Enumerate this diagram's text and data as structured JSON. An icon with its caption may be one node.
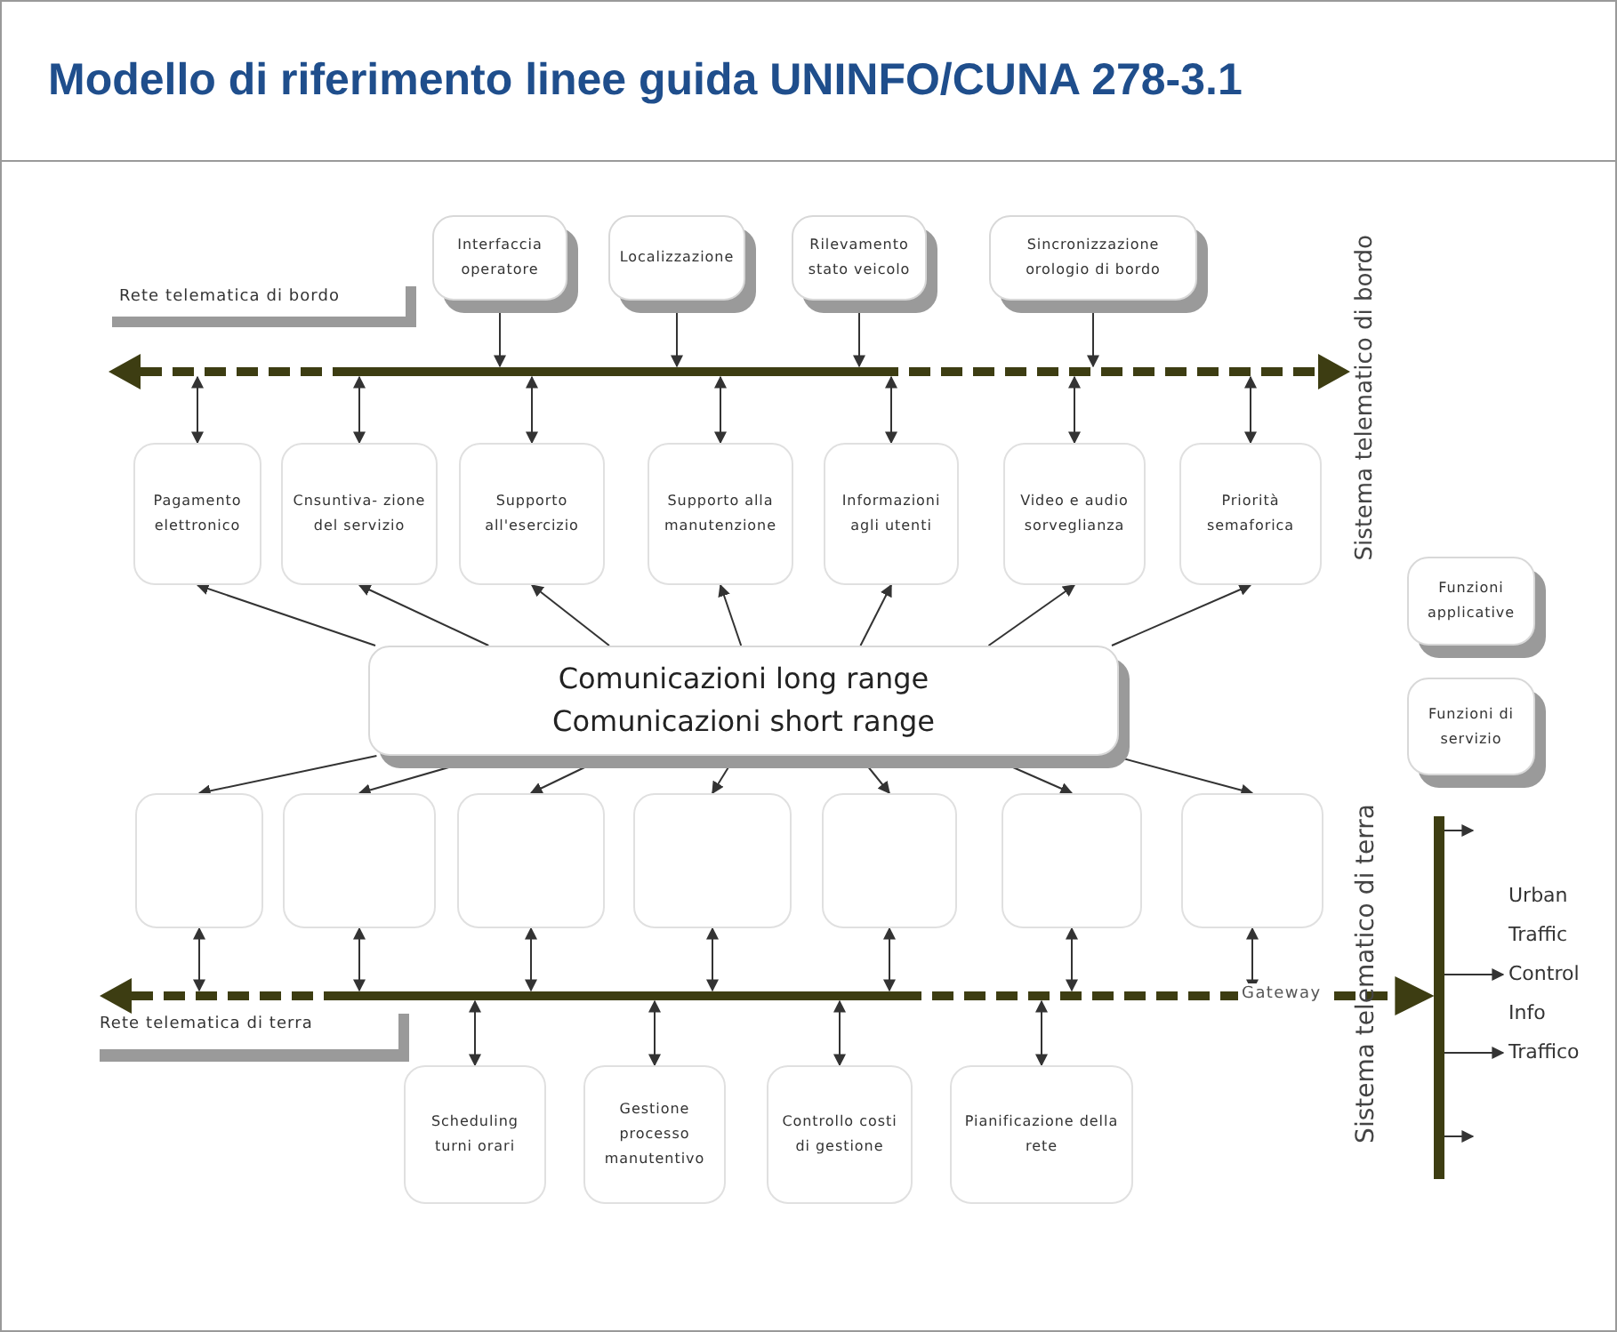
{
  "diagram": {
    "title": "Modello di riferimento linee guida UNINFO/CUNA 278-3.1",
    "nodes": [
      {
        "text": [
          "Interfaccia operatore"
        ]
      },
      {
        "text": [
          "Localizzazione"
        ]
      },
      {
        "text": [
          "Rilevamento stato veicolo"
        ]
      },
      {
        "text": [
          "Sincronizzazione orologio di bordo"
        ]
      },
      {
        "text": [],
        "shape": "bar"
      },
      {
        "text": [
          "Pagamento elettronico"
        ]
      },
      {
        "text": [
          "Cnsuntiva- zione del servizio"
        ]
      },
      {
        "text": [
          "Supporto all'esercizio"
        ]
      },
      {
        "text": [
          "Supporto alla manutenzione"
        ]
      },
      {
        "text": [
          "Informazioni agli utenti"
        ]
      },
      {
        "text": [
          "Video e audio sorveglianza"
        ]
      },
      {
        "text": [
          "Priorità semaforica"
        ]
      },
      {
        "text": [
          "Funzioni applicative"
        ]
      },
      {
        "text": [
          "Funzioni di servizio"
        ]
      },
      {
        "text": [
          "Comunicazioni long range",
          "Comunicazioni short range"
        ]
      },
      {
        "text": [],
        "shape": "box"
      },
      {
        "text": [],
        "shape": "box"
      },
      {
        "text": [],
        "shape": "box"
      },
      {
        "text": [],
        "shape": "box"
      },
      {
        "text": [],
        "shape": "box"
      },
      {
        "text": [],
        "shape": "box"
      },
      {
        "text": [],
        "shape": "box"
      },
      {
        "text": [],
        "shape": "bar"
      },
      {
        "text": [],
        "shape": "bar"
      },
      {
        "text": [
          "Scheduling turni orari"
        ]
      },
      {
        "text": [
          "Gestione processo manutentivo"
        ]
      },
      {
        "text": [
          "Controllo costi di gestione"
        ]
      },
      {
        "text": [
          "Pianificazione della rete"
        ]
      },
      {
        "text": [
          "Urban Traffic Control"
        ]
      },
      {
        "text": [
          "Info Traffico"
        ]
      }
    ],
    "edges": [
      {
        "from": 0,
        "to": 4,
        "arrow": "to"
      },
      {
        "from": 1,
        "to": 4,
        "arrow": "to"
      },
      {
        "from": 2,
        "to": 4,
        "arrow": "to"
      },
      {
        "from": 3,
        "to": 4,
        "arrow": "to"
      },
      {
        "from": 4,
        "to": 5,
        "arrow": "both"
      },
      {
        "from": 4,
        "to": 6,
        "arrow": "both"
      },
      {
        "from": 4,
        "to": 7,
        "arrow": "both"
      },
      {
        "from": 4,
        "to": 8,
        "arrow": "both"
      },
      {
        "from": 4,
        "to": 9,
        "arrow": "both"
      },
      {
        "from": 4,
        "to": 10,
        "arrow": "both"
      },
      {
        "from": 4,
        "to": 11,
        "arrow": "both"
      },
      {
        "from": 14,
        "to": 5,
        "arrow": "to"
      },
      {
        "from": 14,
        "to": 6,
        "arrow": "to"
      },
      {
        "from": 14,
        "to": 7,
        "arrow": "to"
      },
      {
        "from": 14,
        "to": 8,
        "arrow": "to"
      },
      {
        "from": 14,
        "to": 9,
        "arrow": "to"
      },
      {
        "from": 14,
        "to": 10,
        "arrow": "to"
      },
      {
        "from": 14,
        "to": 11,
        "arrow": "to"
      },
      {
        "from": 14,
        "to": 15,
        "arrow": "to"
      },
      {
        "from": 14,
        "to": 16,
        "arrow": "to"
      },
      {
        "from": 14,
        "to": 17,
        "arrow": "to"
      },
      {
        "from": 14,
        "to": 18,
        "arrow": "to"
      },
      {
        "from": 14,
        "to": 19,
        "arrow": "to"
      },
      {
        "from": 14,
        "to": 20,
        "arrow": "to"
      },
      {
        "from": 14,
        "to": 21,
        "arrow": "to"
      },
      {
        "from": 15,
        "to": 22,
        "arrow": "both"
      },
      {
        "from": 16,
        "to": 22,
        "arrow": "both"
      },
      {
        "from": 17,
        "to": 22,
        "arrow": "both"
      },
      {
        "from": 18,
        "to": 22,
        "arrow": "both"
      },
      {
        "from": 19,
        "to": 22,
        "arrow": "both"
      },
      {
        "from": 20,
        "to": 22,
        "arrow": "both"
      },
      {
        "from": 21,
        "to": 22,
        "arrow": "both"
      },
      {
        "from": 22,
        "to": 24,
        "arrow": "both"
      },
      {
        "from": 22,
        "to": 25,
        "arrow": "both"
      },
      {
        "from": 22,
        "to": 26,
        "arrow": "both"
      },
      {
        "from": 22,
        "to": 27,
        "arrow": "both"
      },
      {
        "from": 22,
        "to": 23,
        "arrow": "to",
        "label": "Gateway",
        "style": "dashed",
        "color": "#3d3d12"
      },
      {
        "from": 23,
        "to": null,
        "arrow": "to"
      },
      {
        "from": 23,
        "to": 28,
        "arrow": "to"
      },
      {
        "from": 23,
        "to": 29,
        "arrow": "to"
      },
      {
        "from": 23,
        "to": null,
        "arrow": "to"
      }
    ],
    "labels": [
      "Rete telematica di bordo",
      "Sistema telematico di bordo",
      "Sistema telematico di terra",
      "Rete telematica di terra"
    ]
  }
}
